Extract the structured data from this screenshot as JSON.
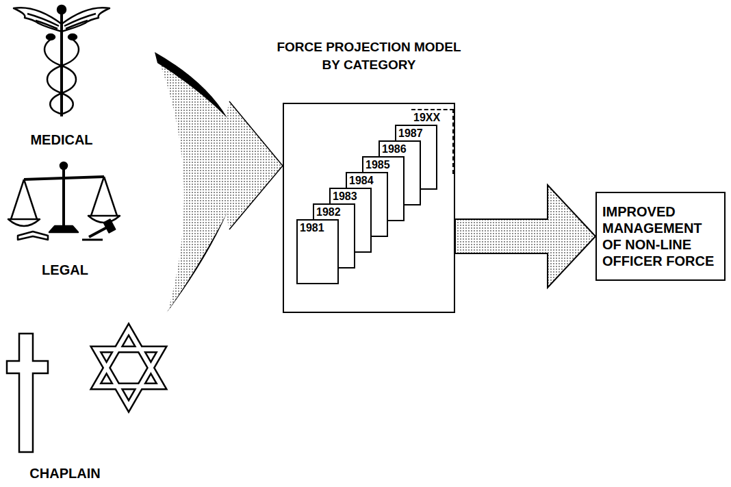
{
  "diagram": {
    "nodes": [
      {
        "text": [
          "FORCE PROJECTION MODEL BY CATEGORY"
        ]
      },
      {
        "text": [
          "1981"
        ],
        "in": 0
      },
      {
        "text": [
          "1982"
        ],
        "in": 0
      },
      {
        "text": [
          "1983"
        ],
        "in": 0
      },
      {
        "text": [
          "1984"
        ],
        "in": 0
      },
      {
        "text": [
          "1985"
        ],
        "in": 0
      },
      {
        "text": [
          "1986"
        ],
        "in": 0
      },
      {
        "text": [
          "1987"
        ],
        "in": 0
      },
      {
        "text": [
          "19XX"
        ],
        "in": 0
      },
      {
        "text": [
          "IMPROVED MANAGEMENT OF NON-LINE OFFICER FORCE"
        ]
      }
    ],
    "edges": [
      {
        "from": 0,
        "to": 9,
        "arrow": "to"
      }
    ],
    "labels": [
      "MEDICAL",
      "LEGAL",
      "CHAPLAIN"
    ]
  }
}
